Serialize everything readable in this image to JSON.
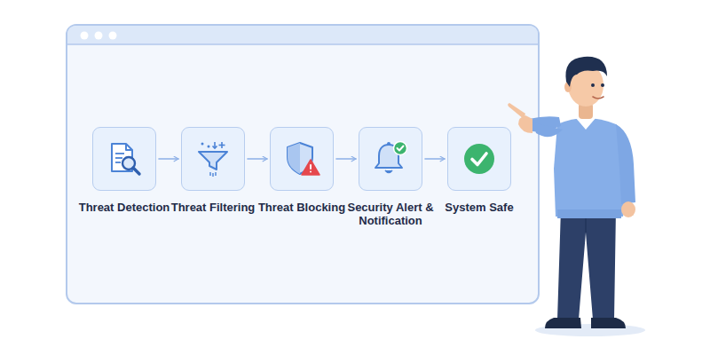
{
  "diagram": {
    "nodes": [
      {
        "text": [
          "Threat Detection"
        ]
      },
      {
        "text": [
          "Threat Filtering"
        ]
      },
      {
        "text": [
          "Threat Blocking"
        ]
      },
      {
        "text": [
          "Security Alert & Notification"
        ]
      },
      {
        "text": [
          "System Safe"
        ]
      }
    ],
    "edges": [
      {
        "from": 0,
        "to": 1,
        "arrow": "to"
      },
      {
        "from": 1,
        "to": 2,
        "arrow": "to"
      },
      {
        "from": 2,
        "to": 3,
        "arrow": "to"
      },
      {
        "from": 3,
        "to": 4,
        "arrow": "to"
      }
    ]
  }
}
